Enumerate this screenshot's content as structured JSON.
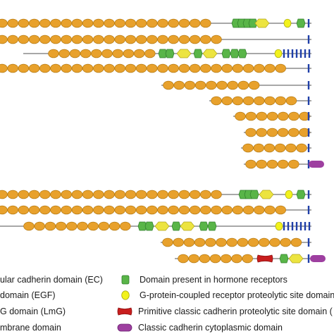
{
  "colors": {
    "line": "#8c8c8c",
    "ec": "#e8a12c",
    "ec_stroke": "#b57a12",
    "hormone": "#59b548",
    "hormone_stroke": "#2f7d2a",
    "egf": "#ece440",
    "egf_stroke": "#b0a51a",
    "gps": "#f2f21c",
    "gps_stroke": "#a6a60f",
    "tm": "#1f3fa8",
    "primitive": "#c81e1e",
    "cyto": "#9e3fa0"
  },
  "legend": {
    "ec": {
      "label": "ular cadherin domain (EC)",
      "icon": "ec-swatch"
    },
    "egf": {
      "label": " domain (EGF)",
      "icon": "egf-swatch"
    },
    "lmg": {
      "label": "G domain (LmG)",
      "icon": "lmg-swatch"
    },
    "tm": {
      "label": "mbrane domain",
      "icon": "tm-swatch"
    },
    "hormone": {
      "label": "Domain present in hormone receptors",
      "icon": "hormone-swatch"
    },
    "gps": {
      "label": "G-protein-coupled receptor proteolytic site domain",
      "icon": "gps-swatch"
    },
    "primitive": {
      "label": "Primitive classic cadherin proteolytic site domain (",
      "icon": "primitive-swatch"
    },
    "cyto": {
      "label": "Classic cadherin cytoplasmic domain",
      "icon": "cyto-swatch"
    }
  }
}
